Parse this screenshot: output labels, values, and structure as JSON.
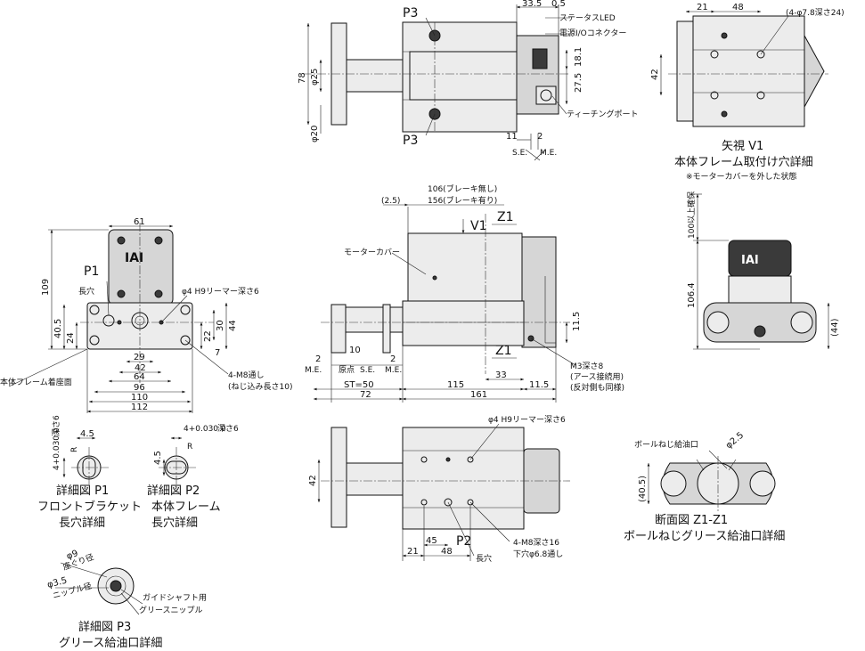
{
  "logo": "IAI",
  "views": {
    "top": {
      "labels": {
        "p3_top": "P3",
        "p3_bottom": "P3",
        "status_led": "ステータスLED",
        "io_connector": "電源I/Oコネクター",
        "teaching_port": "ティーチングポート",
        "se": "S.E.",
        "me": "M.E."
      },
      "dims": {
        "d33_5": "33.5",
        "d0_5": "0.5",
        "d78": "78",
        "dphi25": "φ25",
        "dphi20": "φ20",
        "d18_1": "18.1",
        "d27_5": "27.5",
        "d11": "11",
        "d2": "2"
      }
    },
    "arrow_v1": {
      "labels": {
        "title": "矢視 V1",
        "subtitle": "本体フレーム取付け穴詳細",
        "note": "※モーターカバーを外した状態",
        "hole_note": "(4-φ7.8深さ24)"
      },
      "dims": {
        "d21": "21",
        "d48": "48",
        "d42": "42"
      }
    },
    "front": {
      "labels": {
        "p1": "P1",
        "slot": "長穴",
        "reamer": "φ4 H9リーマー深さ6",
        "mount_surface": "本体フレーム着座面",
        "m8_thru": "4-M8通し",
        "screw_depth": "(ねじ込み長さ10)"
      },
      "dims": {
        "d61": "61",
        "d109": "109",
        "d40_5": "40.5",
        "d24": "24",
        "d29": "29",
        "d42": "42",
        "d64": "64",
        "d96": "96",
        "d110": "110",
        "d112": "112",
        "d22": "22",
        "d30": "30",
        "d44": "44",
        "d7": "7"
      }
    },
    "side": {
      "labels": {
        "no_brake": "106(ブレーキ無し)",
        "with_brake": "156(ブレーキ有り)",
        "d2_5": "(2.5)",
        "v1": "V1",
        "z1_top": "Z1",
        "z1_bottom": "Z1",
        "motor_cover": "モーターカバー",
        "m3": "M3深さ8",
        "ground": "(アース接続用)",
        "opposite": "(反対側も同様)",
        "me_left": "M.E.",
        "origin": "原点",
        "se": "S.E.",
        "me_right": "M.E.",
        "st": "ST=50"
      },
      "dims": {
        "d11_5a": "11.5",
        "d2a": "2",
        "d10": "10",
        "d2b": "2",
        "d33": "33",
        "d72": "72",
        "d115": "115",
        "d11_5b": "11.5",
        "d161": "161"
      }
    },
    "right_side": {
      "labels": {
        "clearance": "100以上確保"
      },
      "dims": {
        "d106_4": "106.4",
        "d44": "(44)"
      }
    },
    "bottom": {
      "labels": {
        "reamer": "φ4 H9リーマー深さ6",
        "p2": "P2",
        "slot": "長穴",
        "m8_16": "4-M8深さ16",
        "pilot": "下穴φ6.8通し"
      },
      "dims": {
        "d42": "42",
        "d45": "45",
        "d21": "21",
        "d48": "48"
      }
    },
    "detail_p1": {
      "labels": {
        "line1": "詳細図 P1",
        "line2": "フロントブラケット",
        "line3": "長穴詳細",
        "depth": "深さ6",
        "r": "R"
      },
      "dims": {
        "d4_5": "4.5",
        "d4tol": "4+0.030 0"
      }
    },
    "detail_p2": {
      "labels": {
        "line1": "詳細図 P2",
        "line2": "本体フレーム",
        "line3": "長穴詳細",
        "depth": "深さ6",
        "r": "R"
      },
      "dims": {
        "d4tol": "4+0.030 0",
        "d4_5": "4.5"
      }
    },
    "detail_p3": {
      "labels": {
        "line1": "詳細図 P3",
        "line2": "グリース給油口詳細",
        "counterbore": "座ぐり径",
        "nipple_dia": "ニップル径",
        "guide_shaft": "ガイドシャフト用",
        "grease_nipple": "グリースニップル"
      },
      "dims": {
        "phi9": "φ9",
        "phi3_5": "φ3.5"
      }
    },
    "section_z1": {
      "labels": {
        "line1": "断面図 Z1-Z1",
        "line2": "ボールねじグリース給油口詳細",
        "oil_port": "ボールねじ給油口"
      },
      "dims": {
        "phi2_5": "φ2.5",
        "d40_5": "(40.5)"
      }
    }
  }
}
